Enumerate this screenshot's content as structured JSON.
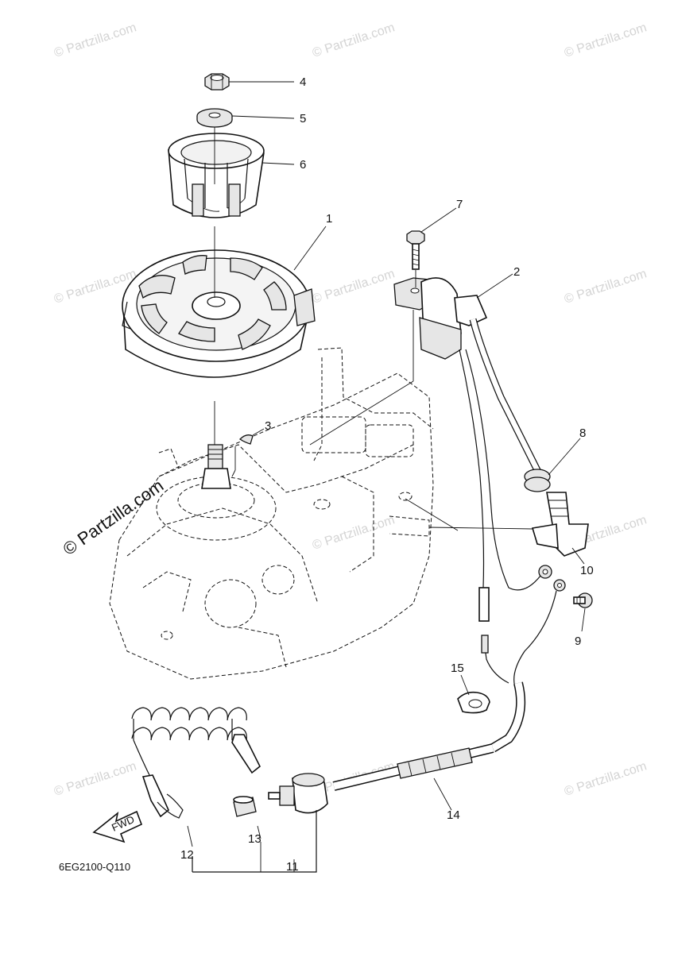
{
  "watermark": {
    "text": "© Partzilla.com",
    "main_text": "© Partzilla.com"
  },
  "diagram_code": "6EG2100-Q110",
  "fwd_label": "FWD",
  "callouts": [
    "1",
    "2",
    "3",
    "4",
    "5",
    "6",
    "7",
    "8",
    "9",
    "10",
    "11",
    "12",
    "13",
    "14",
    "15"
  ]
}
